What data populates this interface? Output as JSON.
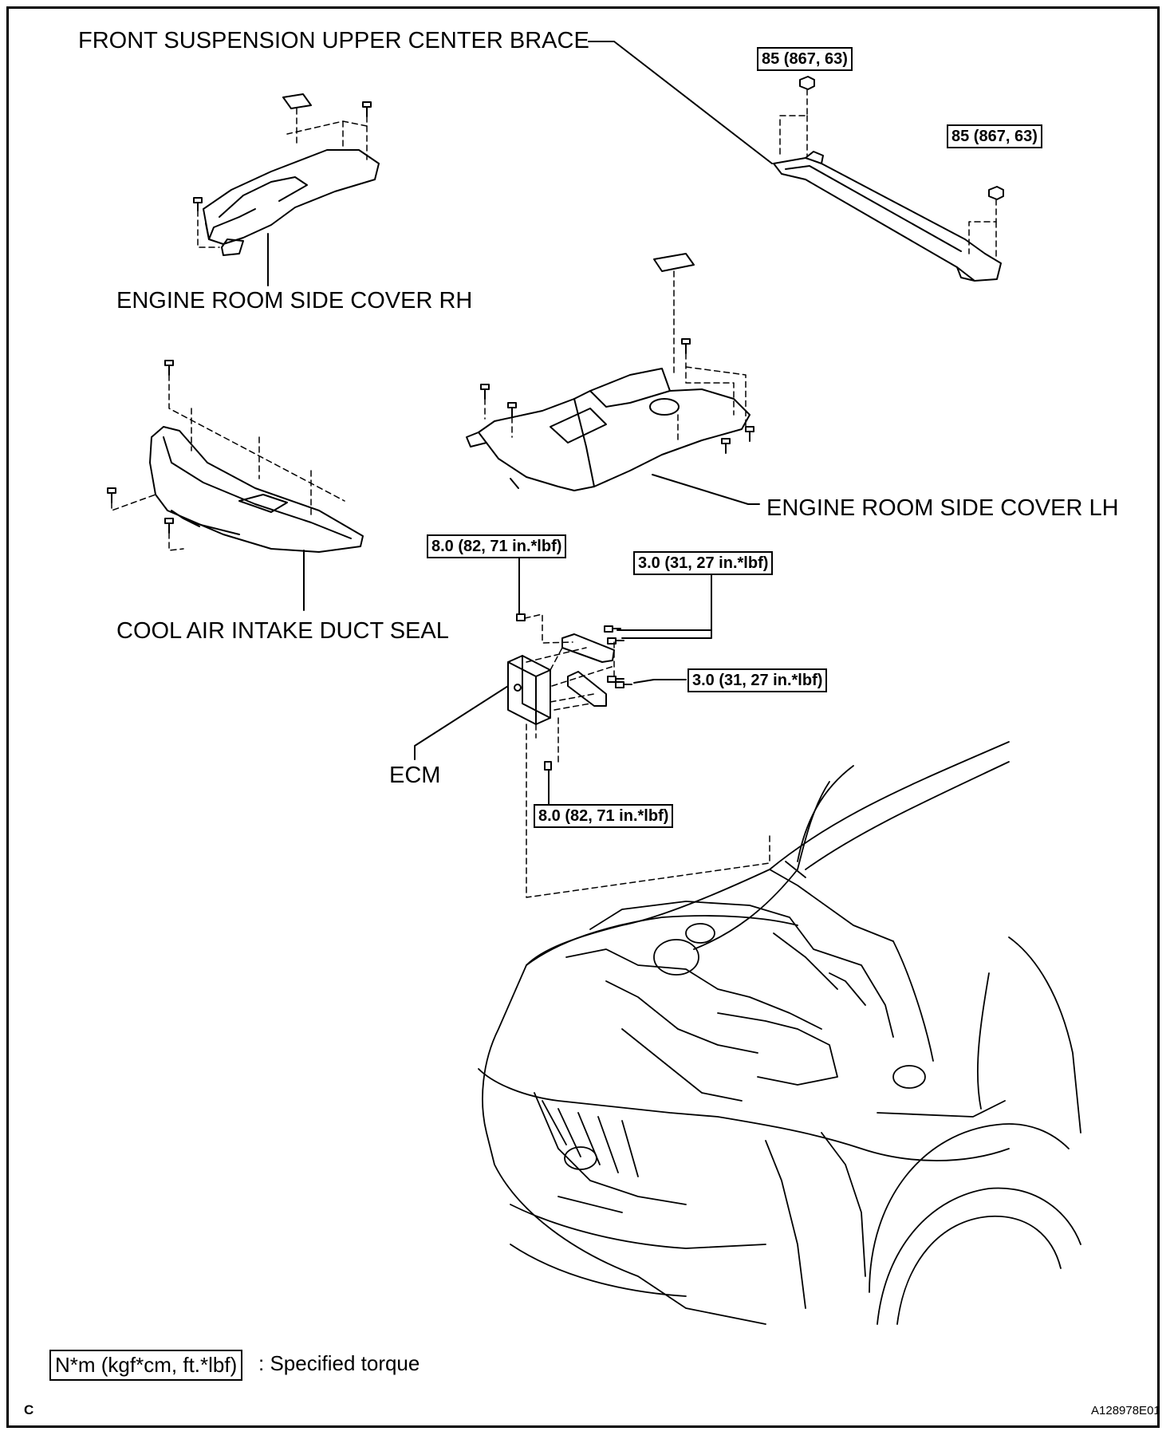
{
  "labels": {
    "front_brace": "FRONT SUSPENSION UPPER CENTER BRACE",
    "cover_rh": "ENGINE ROOM SIDE COVER RH",
    "cover_lh": "ENGINE ROOM SIDE COVER LH",
    "duct_seal": "COOL AIR INTAKE DUCT SEAL",
    "ecm": "ECM"
  },
  "torques": {
    "brace_nut_1": "85 (867, 63)",
    "brace_nut_2": "85 (867, 63)",
    "ecm_bolt_top": "8.0 (82, 71 in.*lbf)",
    "bracket_bolts_upper": "3.0 (31, 27 in.*lbf)",
    "bracket_bolts_lower": "3.0 (31, 27 in.*lbf)",
    "ecm_bolt_bottom": "8.0 (82, 71 in.*lbf)"
  },
  "legend": {
    "box": "N*m (kgf*cm, ft.*lbf)",
    "text": ": Specified torque"
  },
  "footer": {
    "corner_letter": "C",
    "drawing_id": "A128978E01"
  }
}
